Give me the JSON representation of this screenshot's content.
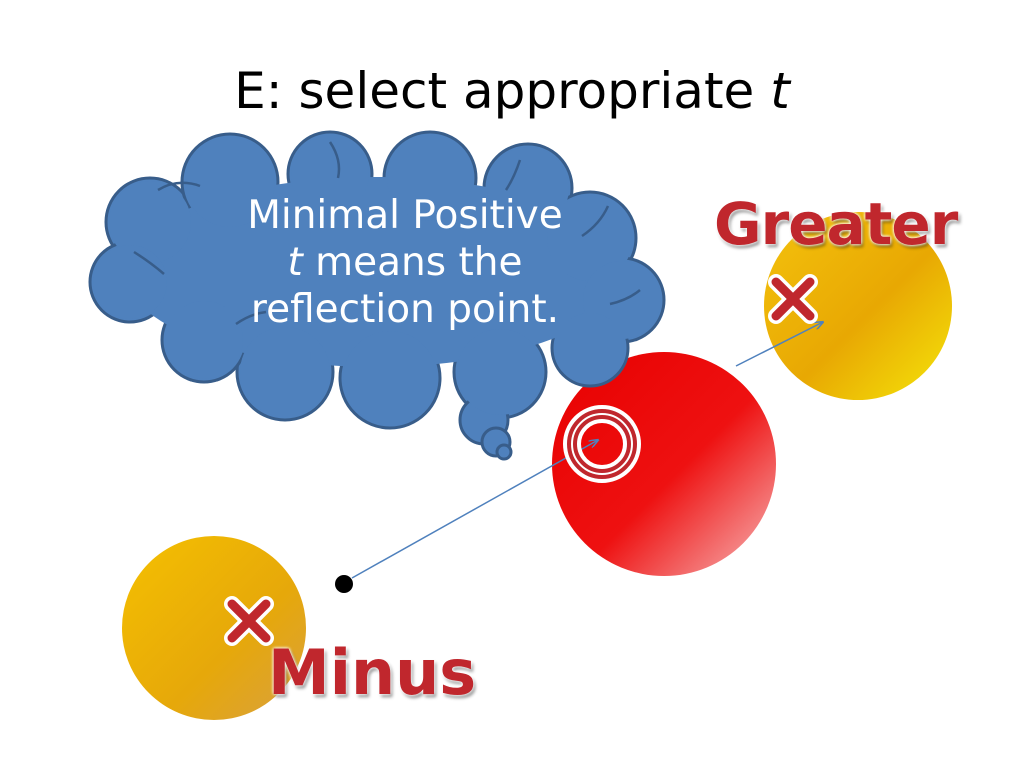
{
  "title": {
    "text": "E: select appropriate ",
    "variable": "t"
  },
  "thought_bubble": {
    "line1": "Minimal Positive",
    "line2_var": "t",
    "line2_rest": " means the",
    "line3": "reflection point."
  },
  "labels": {
    "greater": "Greater",
    "minus": "Minus"
  },
  "marks": {
    "greater": "×",
    "minus": "×",
    "reflection": "○"
  },
  "colors": {
    "cloud_fill": "#4f81bd",
    "cloud_stroke": "#385d8a",
    "label_red": "#c0272d",
    "sphere_red": "#ee1111",
    "sphere_gold": "#f2b705",
    "ray": "#4f81bd"
  }
}
